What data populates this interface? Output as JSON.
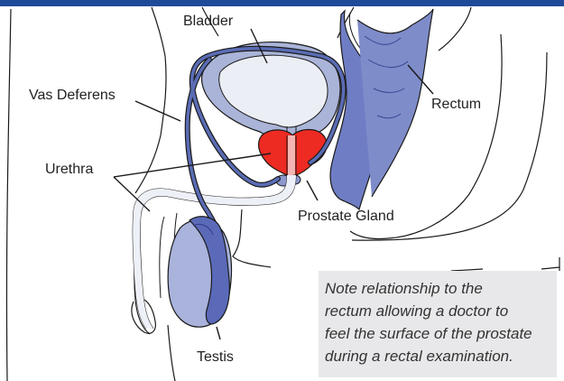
{
  "colors": {
    "header_bar": "#1f4a9a",
    "bladder": "#e9ebf3",
    "bladder_wall": "#aab4d8",
    "rectum": "#6f7ec4",
    "prostate": "#ee2b22",
    "vas_deferens": "#5a6cb4",
    "testis": "#a9b3dc",
    "epididymis": "#5a6ab8",
    "outline": "#1a1a1a"
  },
  "labels": {
    "bladder": "Bladder",
    "vas_deferens": "Vas Deferens",
    "rectum": "Rectum",
    "urethra": "Urethra",
    "prostate_gland": "Prostate Gland",
    "testis": "Testis"
  },
  "note": {
    "lines": [
      "Note relationship to the",
      "rectum allowing a doctor to",
      "feel the surface of the prostate",
      "during a rectal examination."
    ]
  }
}
